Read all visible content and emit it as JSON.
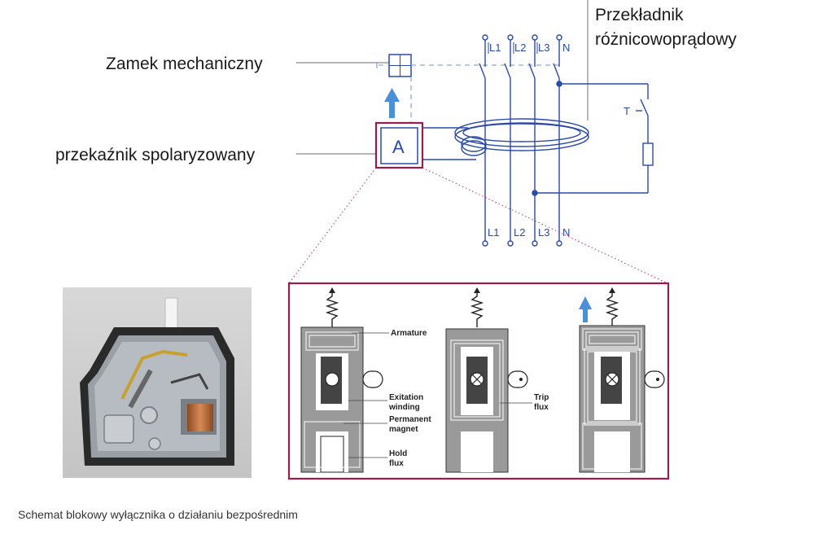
{
  "labels": {
    "mechanical_lock": "Zamek mechaniczny",
    "polarized_relay": "przekaźnik spolaryzowany",
    "ct_line1": "Przekładnik",
    "ct_line2": "różnicowoprądowy",
    "relay_letter": "A",
    "test_button": "T"
  },
  "phases_top": [
    "L1",
    "L2",
    "L3",
    "N"
  ],
  "phases_bottom": [
    "L1",
    "L2",
    "L3",
    "N"
  ],
  "detail": {
    "armature": "Armature",
    "excitation_1": "Exitation",
    "excitation_2": "winding",
    "magnet_1": "Permanent",
    "magnet_2": "magnet",
    "hold_1": "Hold",
    "hold_2": "flux",
    "trip_1": "Trip",
    "trip_2": "flux"
  },
  "caption": "Schemat blokowy wyłącznika o działaniu bezpośrednim",
  "colors": {
    "wire": "#2a4aa8",
    "frame": "#9a1c4e",
    "arrow": "#4a90d9",
    "leader": "#8a8a8a"
  }
}
